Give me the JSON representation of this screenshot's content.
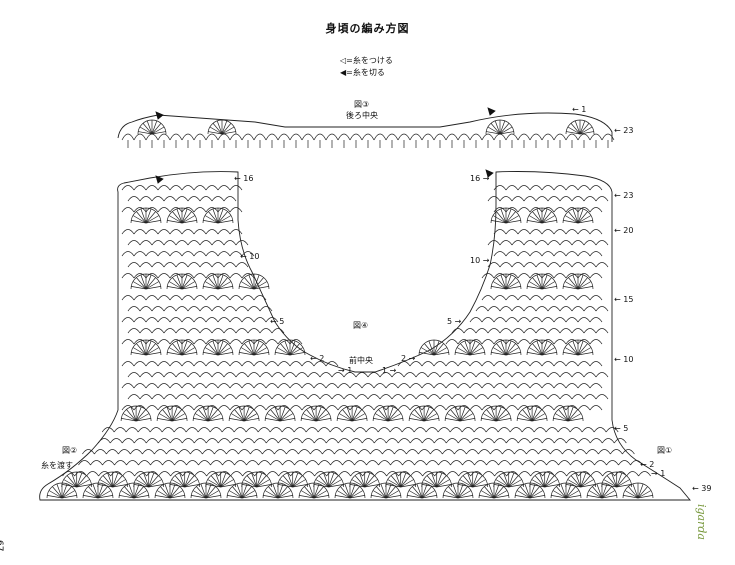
{
  "title": "身頃の編み方図",
  "legend": [
    {
      "symbol": "◁",
      "text": "=糸をつける"
    },
    {
      "symbol": "◀",
      "text": "=糸を切る"
    }
  ],
  "figures": {
    "fig3": "図③",
    "fig4": "図④",
    "fig2": "図②",
    "fig1": "図①"
  },
  "center_labels": {
    "back_center": "後ろ中央",
    "front_center": "前中央"
  },
  "note_break_yarn": "糸を渡す",
  "row_markers": {
    "top_1": "1",
    "top_23": "23",
    "left_16": "16",
    "left_10": "10",
    "left_5": "5",
    "left_2": "2",
    "left_1": "1",
    "right_16": "16",
    "right_10": "10",
    "right_5": "5",
    "right_2": "2",
    "right_1": "1",
    "side_23": "23",
    "side_20": "20",
    "side_15": "15",
    "side_10": "10",
    "side_5": "5",
    "side_2": "2",
    "side_1": "1",
    "bottom_39": "39"
  },
  "page_number": "67",
  "brand": "igarda"
}
